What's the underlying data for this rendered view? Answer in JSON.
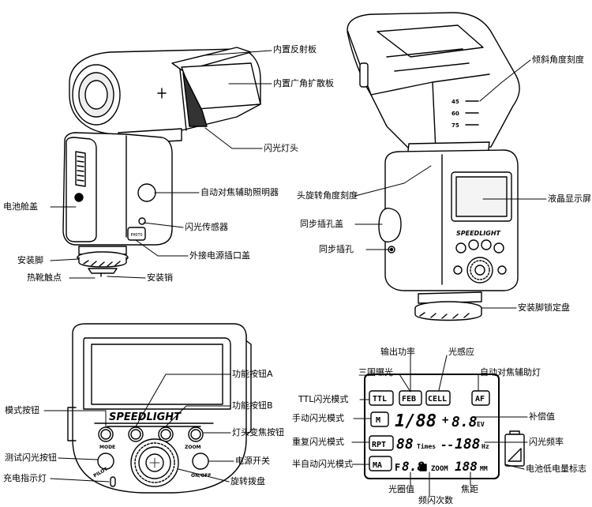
{
  "labels": {
    "built_in_reflector": "内置反射板",
    "built_in_wide_panel": "内置广角扩散板",
    "flash_head": "闪光灯头",
    "af_assist": "自动对焦辅助照明器",
    "battery_cover": "电池舱盖",
    "flash_sensor": "闪光传感器",
    "ext_power_cover": "外接电源插口盖",
    "mounting_foot": "安装脚",
    "hot_shoe_contacts": "热靴触点",
    "mounting_pin": "安装销",
    "tilt_scale": "倾斜角度刻度",
    "rotate_scale": "头旋转角度刻度",
    "lcd_screen": "液晶显示屏",
    "sync_cover": "同步插孔盖",
    "sync_port": "同步插孔",
    "foot_lock_dial": "安装脚锁定盘",
    "func_btn_a": "功能按钮A",
    "func_btn_b": "功能按钮B",
    "mode_btn": "模式按钮",
    "zoom_btn": "灯头变焦按钮",
    "test_btn": "测试闪光按钮",
    "power_switch": "电源开关",
    "charge_led": "充电指示灯",
    "dial": "旋转拨盘",
    "output_power": "输出功率",
    "light_sensor": "光感应",
    "bracket_exposure": "三围曝光",
    "af_assist_lamp": "自动对焦辅助灯",
    "ttl_mode": "TTL闪光模式",
    "manual_mode": "手动闪光模式",
    "exposure_comp": "补偿值",
    "repeat_mode": "重复闪光模式",
    "flash_freq": "闪光频率",
    "semi_auto_mode": "半自动闪光模式",
    "low_battery": "电池低电量标志",
    "aperture": "光圈值",
    "focal_length": "焦距",
    "flash_count": "频闪次数"
  },
  "device": {
    "brand": "SPEEDLIGHT",
    "tilt_marks": [
      "45",
      "60",
      "75"
    ],
    "btn_mode": "MODE",
    "btn_zoom": "ZOOM",
    "btn_pilot": "PILOT",
    "btn_onoff": "ON/OFF",
    "ext_port_text": "PHOTO"
  },
  "lcd": {
    "ttl": "TTL",
    "feb": "FEB",
    "cell": "CELL",
    "af": "AF",
    "m": "M",
    "rpt": "RPT",
    "ma": "MA",
    "power_digits": "1/88",
    "plus_minus": "+",
    "ev_digits": "8.8",
    "ev_unit": "EV",
    "times_digits": "88",
    "times_unit": "Times",
    "dash": "--",
    "hz_digits": "188",
    "hz_unit": "Hz",
    "f_prefix": "F",
    "f_digits": "8.8",
    "zoom_label": "ZOOM",
    "mm_digits": "188",
    "mm_unit": "MM"
  }
}
